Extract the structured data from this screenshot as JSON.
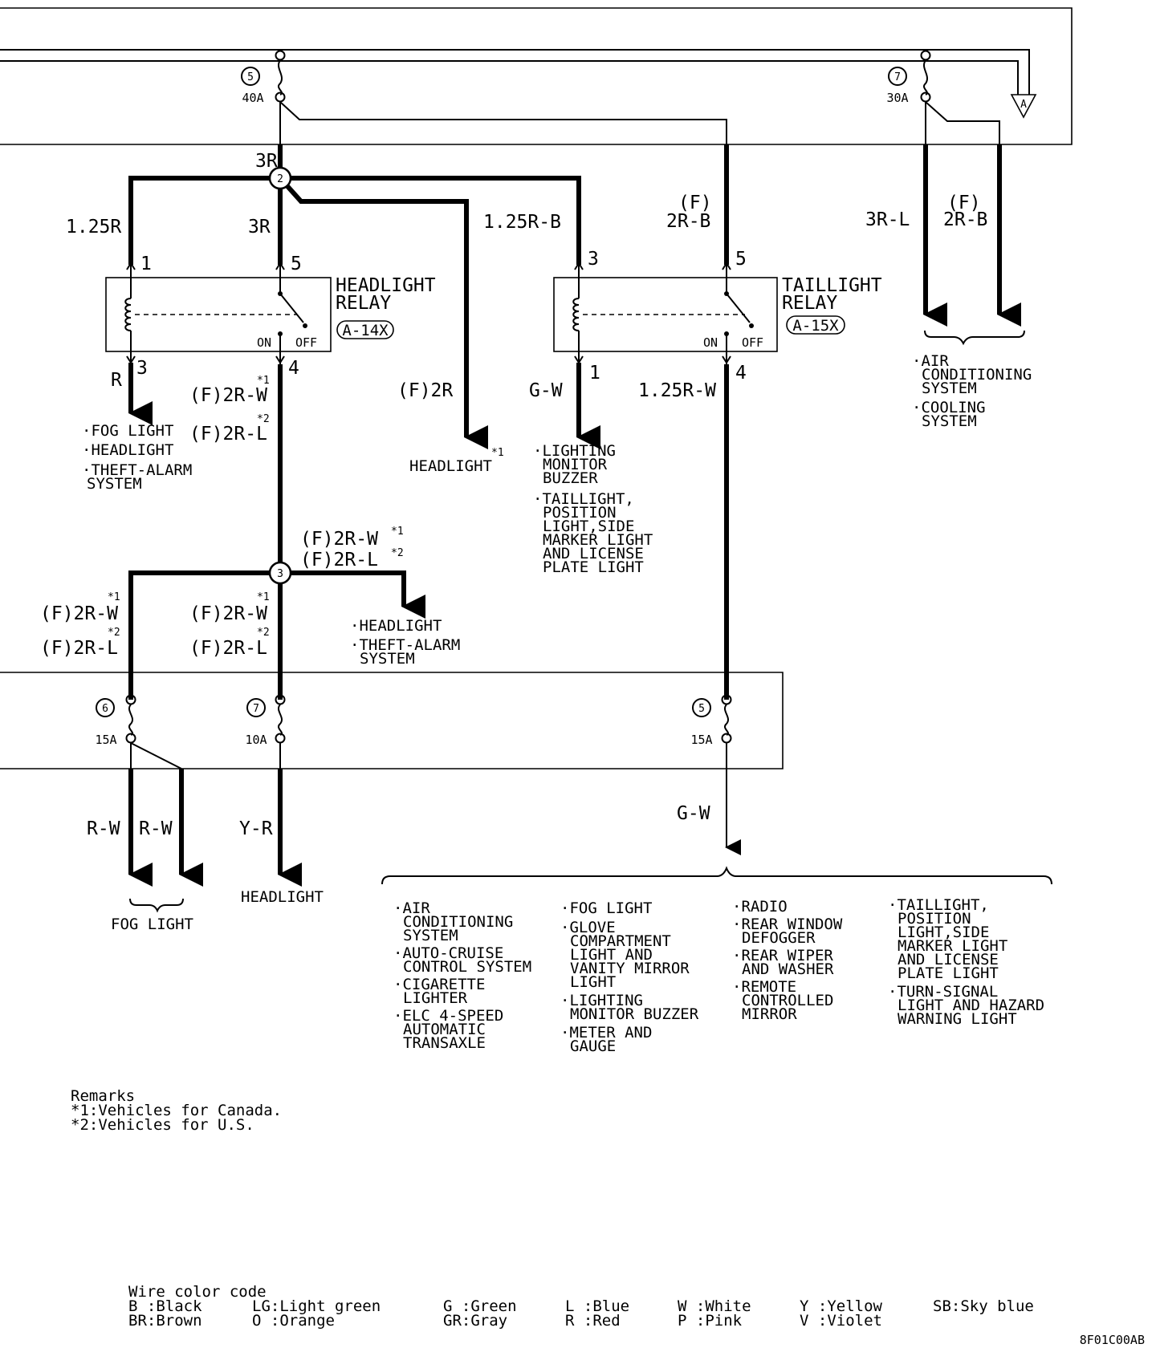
{
  "fuses": {
    "f5_top": {
      "num": "5",
      "amp": "40A"
    },
    "f7_top": {
      "num": "7",
      "amp": "30A"
    },
    "f6_bot": {
      "num": "6",
      "amp": "15A"
    },
    "f7_bot": {
      "num": "7",
      "amp": "10A"
    },
    "f5_bot": {
      "num": "5",
      "amp": "15A"
    }
  },
  "connector_a": "A",
  "junctions": {
    "j2": "2",
    "j3": "3"
  },
  "relays": {
    "headlight": {
      "line1": "HEADLIGHT",
      "line2": "RELAY",
      "code": "A-14X",
      "on": "ON",
      "off": "OFF",
      "pins": [
        "1",
        "5",
        "3",
        "4"
      ]
    },
    "taillight": {
      "line1": "TAILLIGHT",
      "line2": "RELAY",
      "code": "A-15X",
      "on": "ON",
      "off": "OFF",
      "pins": [
        "3",
        "5",
        "1",
        "4"
      ]
    }
  },
  "wires": {
    "w_3r_top": "3R",
    "w_125r": "1.25R",
    "w_3r_mid": "3R",
    "w_125rb": "1.25R-B",
    "w_f_tail": "(F)",
    "w_2rb_tail": "2R-B",
    "w_3rl": "3R-L",
    "w_f_ac": "(F)",
    "w_2rb_ac": "2R-B",
    "w_r": "R",
    "w_f2rw_a": "(F)2R-W",
    "w_f2rl_a": "(F)2R-L",
    "w_f2r": "(F)2R",
    "w_gw_a": "G-W",
    "w_125rw": "1.25R-W",
    "w_f2rw_b": "(F)2R-W",
    "w_f2rl_b": "(F)2R-L",
    "w_f2rw_c": "(F)2R-W",
    "w_f2rl_c": "(F)2R-L",
    "w_f2rw_d": "(F)2R-W",
    "w_f2rl_d": "(F)2R-L",
    "w_rw_1": "R-W",
    "w_rw_2": "R-W",
    "w_yr": "Y-R",
    "w_gw_b": "G-W"
  },
  "marks": {
    "star1": "*1",
    "star2": "*2"
  },
  "dest": {
    "d_relay_out": [
      "·FOG LIGHT",
      "·HEADLIGHT",
      "·THEFT-ALARM",
      "SYSTEM"
    ],
    "d_headlight_mid": "HEADLIGHT",
    "d_lighting": [
      "·LIGHTING",
      "MONITOR",
      "BUZZER",
      "·TAILLIGHT,",
      "POSITION",
      "LIGHT,SIDE",
      "MARKER LIGHT",
      "AND LICENSE",
      "PLATE LIGHT"
    ],
    "d_ac": [
      "·AIR",
      "CONDITIONING",
      "SYSTEM",
      "·COOLING",
      "SYSTEM"
    ],
    "d_j3": [
      "·HEADLIGHT",
      "·THEFT-ALARM",
      "SYSTEM"
    ],
    "d_fog": "FOG LIGHT",
    "d_headlight_bot": "HEADLIGHT",
    "d_col1": [
      "·AIR",
      "CONDITIONING",
      "SYSTEM",
      "·AUTO-CRUISE",
      "CONTROL SYSTEM",
      "·CIGARETTE",
      "LIGHTER",
      "·ELC 4-SPEED",
      "AUTOMATIC",
      "TRANSAXLE"
    ],
    "d_col2": [
      "·FOG LIGHT",
      "·GLOVE",
      "COMPARTMENT",
      "LIGHT AND",
      "VANITY MIRROR",
      "LIGHT",
      "·LIGHTING",
      "MONITOR BUZZER",
      "·METER AND",
      "GAUGE"
    ],
    "d_col3": [
      "·RADIO",
      "·REAR WINDOW",
      "DEFOGGER",
      "·REAR WIPER",
      "AND WASHER",
      "·REMOTE",
      "CONTROLLED",
      "MIRROR"
    ],
    "d_col4": [
      "·TAILLIGHT,",
      "POSITION",
      "LIGHT,SIDE",
      "MARKER LIGHT",
      "AND LICENSE",
      "PLATE LIGHT",
      "·TURN-SIGNAL",
      "LIGHT AND HAZARD",
      "WARNING LIGHT"
    ]
  },
  "remarks": {
    "title": "Remarks",
    "r1": "*1:Vehicles for Canada.",
    "r2": "*2:Vehicles for U.S."
  },
  "color_code": {
    "title": "Wire color code",
    "items": [
      [
        "B :Black",
        "BR:Brown"
      ],
      [
        "LG:Light green",
        "O :Orange"
      ],
      [
        "G :Green",
        "GR:Gray"
      ],
      [
        "L :Blue",
        "R :Red"
      ],
      [
        "W :White",
        "P :Pink"
      ],
      [
        "Y :Yellow",
        "V :Violet"
      ],
      [
        "SB:Sky blue"
      ]
    ]
  },
  "figure_code": "8F01C00AB"
}
